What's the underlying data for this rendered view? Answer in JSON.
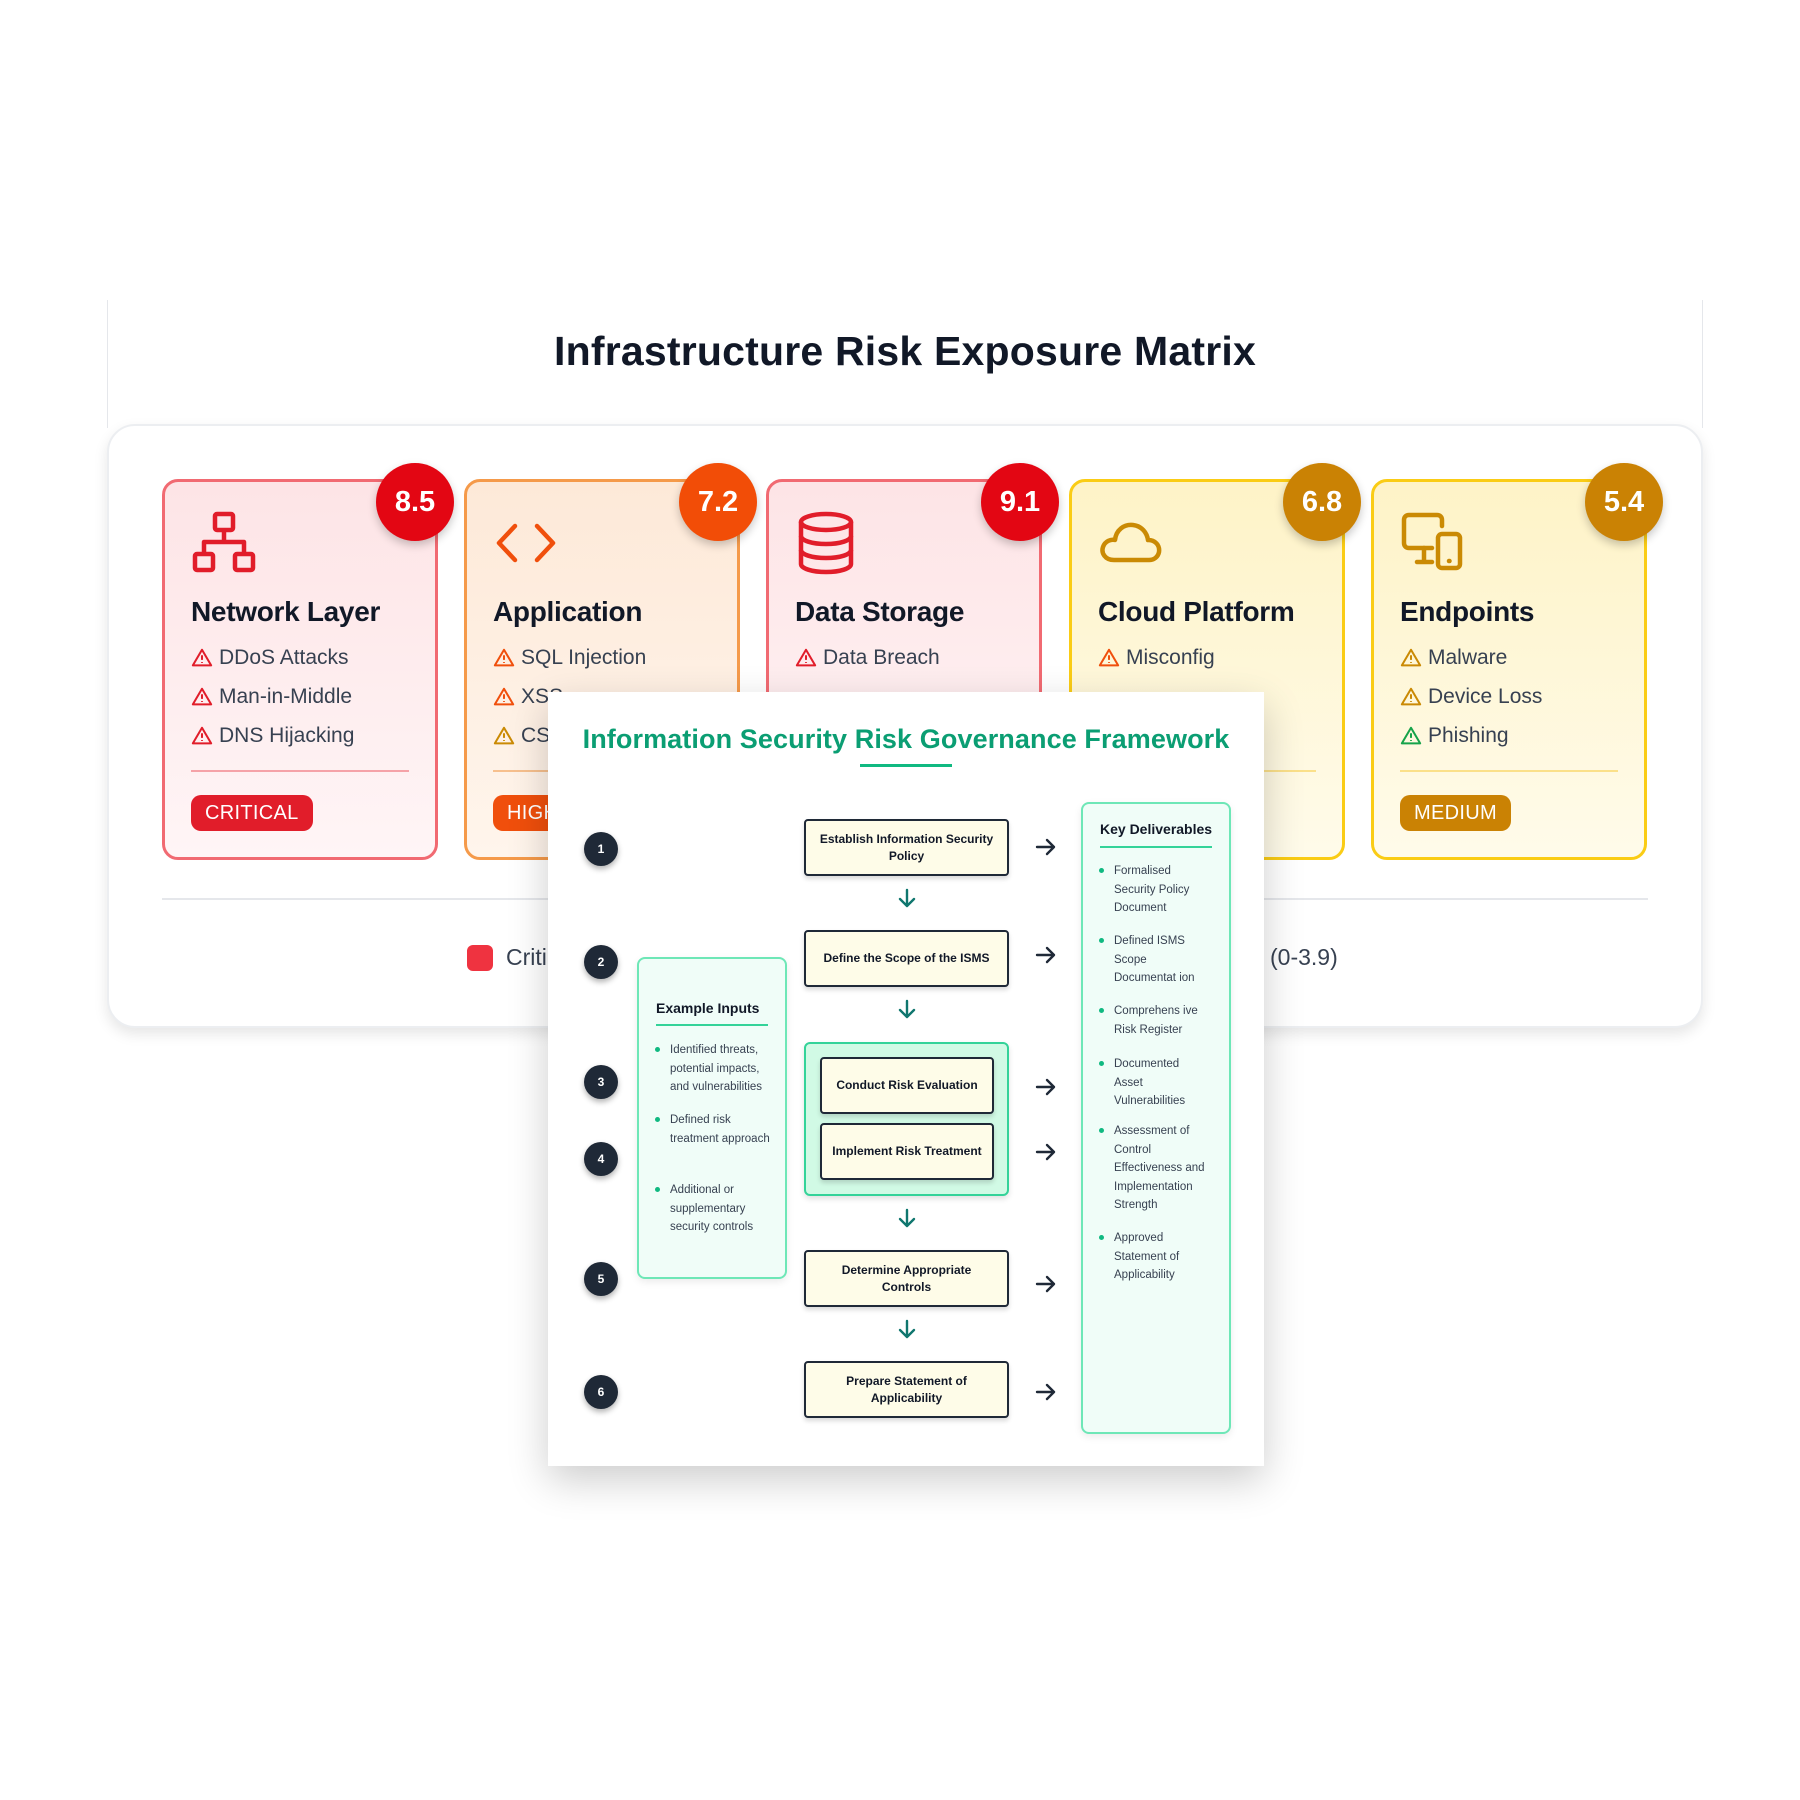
{
  "matrix": {
    "title": "Infrastructure Risk Exposure Matrix",
    "cards": [
      {
        "title": "Network Layer",
        "score": "8.5",
        "level": "CRITICAL",
        "threats": [
          "DDoS Attacks",
          "Man-in-Middle",
          "DNS Hijacking"
        ],
        "icon": "network-hierarchy-icon",
        "color": "#e11d2a"
      },
      {
        "title": "Application",
        "score": "7.2",
        "level": "HIGH",
        "threats": [
          "SQL Injection",
          "XSS",
          "CS"
        ],
        "icon": "code-brackets-icon",
        "color": "#f04f0c"
      },
      {
        "title": "Data Storage",
        "score": "9.1",
        "level": "",
        "threats": [
          "Data Breach"
        ],
        "icon": "database-icon",
        "color": "#e11d2a"
      },
      {
        "title": "Cloud Platform",
        "score": "6.8",
        "level": "",
        "threats": [
          "Misconfig"
        ],
        "icon": "cloud-icon",
        "color": "#ca8a04"
      },
      {
        "title": "Endpoints",
        "score": "5.4",
        "level": "MEDIUM",
        "threats": [
          "Malware",
          "Device Loss",
          "Phishing"
        ],
        "icon": "devices-icon",
        "color": "#ca8a04"
      }
    ],
    "legend": {
      "visible_left": "Criti",
      "visible_right": "(0-3.9)",
      "critical_color": "#ef3340"
    }
  },
  "framework": {
    "title": "Information Security Risk Governance Framework",
    "steps": [
      {
        "num": "1",
        "label": "Establish Information Security Policy"
      },
      {
        "num": "2",
        "label": "Define the Scope of the ISMS"
      },
      {
        "num": "3",
        "label": "Conduct Risk Evaluation"
      },
      {
        "num": "4",
        "label": "Implement Risk Treatment"
      },
      {
        "num": "5",
        "label": "Determine Appropriate Controls"
      },
      {
        "num": "6",
        "label": "Prepare Statement of Applicability"
      }
    ],
    "inputs": {
      "heading": "Example Inputs",
      "items": [
        "Identified threats, potential impacts, and vulnerabilities",
        "Defined risk treatment approach",
        "Additional or supplementary security controls"
      ]
    },
    "deliverables": {
      "heading": "Key Deliverables",
      "items": [
        "Formalised Security Policy Document",
        "Defined ISMS Scope Documentat ion",
        "Comprehens ive Risk Register",
        "Documented Asset Vulnerabilities",
        "Assessment of Control Effectiveness and Implementation Strength",
        "Approved Statement of Applicability"
      ]
    },
    "accent": "#10b981"
  }
}
